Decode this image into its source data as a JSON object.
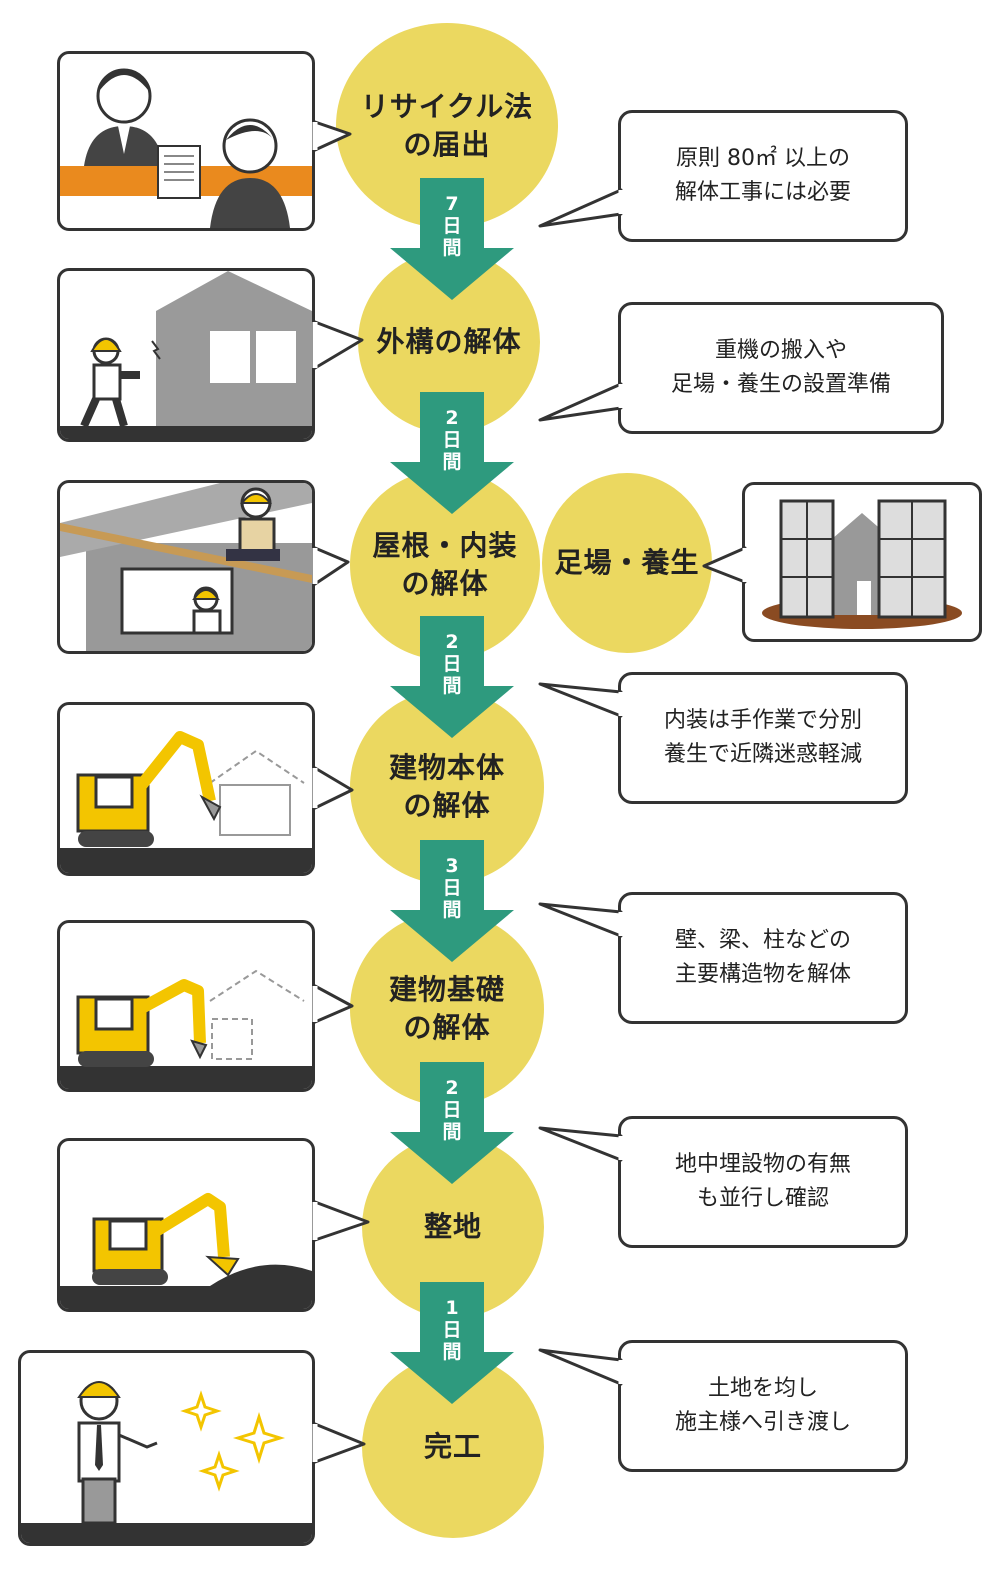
{
  "colors": {
    "circle": "#ebd860",
    "arrow": "#2e9a7e",
    "outline": "#333333",
    "orange_band": "#ea8a1e",
    "machine_yellow": "#f3c500"
  },
  "steps": [
    {
      "label": "リサイクル法\nの届出",
      "note": "原則 80㎡ 以上の\n解体工事には必要",
      "illustration": "office-counter-icon"
    },
    {
      "label": "外構の解体",
      "note": "重機の搬入や\n足場・養生の設置準備",
      "illustration": "worker-drilling-wall-icon"
    },
    {
      "label": "屋根・内装\nの解体",
      "side_label": "足場・養生",
      "illustration": "roof-workers-icon",
      "side_illustration": "scaffolding-house-icon"
    },
    {
      "label": "建物本体\nの解体",
      "note": "内装は手作業で分別\n養生で近隣迷惑軽減",
      "illustration": "excavator-house-icon"
    },
    {
      "label": "建物基礎\nの解体",
      "note": "壁、梁、柱などの\n主要構造物を解体",
      "illustration": "excavator-foundation-icon"
    },
    {
      "label": "整地",
      "note": "地中埋設物の有無\nも並行し確認",
      "illustration": "excavator-leveling-icon"
    },
    {
      "label": "完工",
      "note": "土地を均し\n施主様へ引き渡し",
      "illustration": "inspector-sparkle-icon"
    }
  ],
  "durations": [
    "7\n日\n間",
    "2\n日\n間",
    "2\n日\n間",
    "3\n日\n間",
    "2\n日\n間",
    "1\n日\n間"
  ]
}
